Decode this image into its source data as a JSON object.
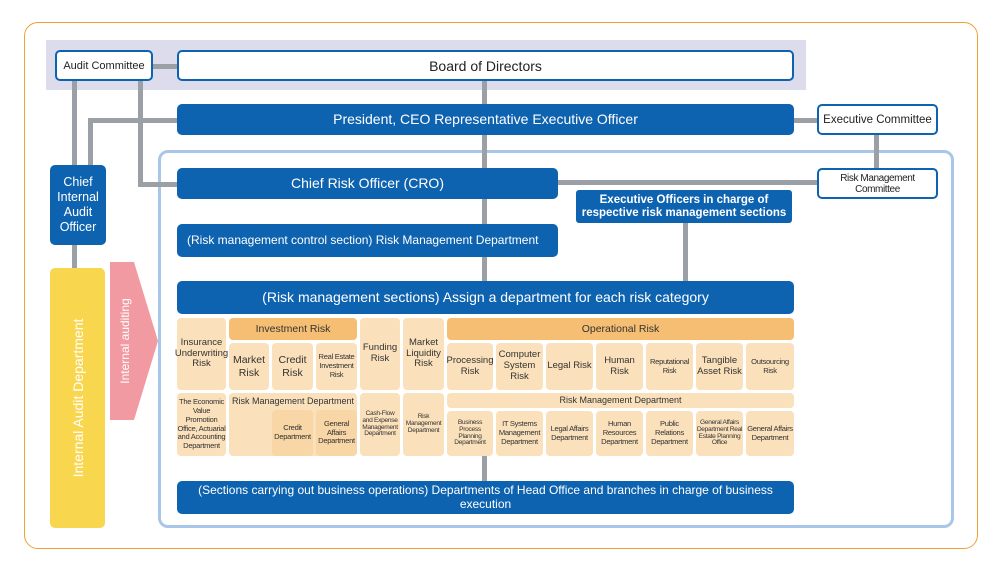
{
  "top": {
    "audit_committee": "Audit Committee",
    "board": "Board of Directors",
    "president": "President, CEO Representative Executive Officer",
    "executive_committee": "Executive Committee",
    "cro": "Chief Risk Officer (CRO)",
    "risk_mgmt_committee": "Risk Management Committee",
    "exec_officers_line1": "Executive Officers in charge of",
    "exec_officers_line2": "respective risk management sections",
    "chief_audit_line1": "Chief",
    "chief_audit_line2": "Internal",
    "chief_audit_line3": "Audit",
    "chief_audit_line4": "Officer",
    "risk_control": "(Risk management control section) Risk Management Department",
    "risk_sections": "(Risk management sections) Assign a department for each risk category",
    "internal_audit_dept": "Internal Audit Department",
    "internal_auditing": "Internal auditing",
    "business_ops": "(Sections carrying out business operations) Departments of Head Office and branches in charge of business execution"
  },
  "risks": {
    "insurance": "Insurance Underwriting Risk",
    "investment": "Investment Risk",
    "market": "Market Risk",
    "credit": "Credit Risk",
    "real_estate": "Real Estate Investment Risk",
    "funding": "Funding Risk",
    "market_liquidity": "Market Liquidity Risk",
    "operational": "Operational Risk",
    "processing": "Processing Risk",
    "computer_system": "Computer System Risk",
    "legal": "Legal Risk",
    "human": "Human Risk",
    "reputational": "Reputational Risk",
    "tangible_asset": "Tangible Asset Risk",
    "outsourcing": "Outsourcing Risk"
  },
  "depts": {
    "economic_value": "The Economic Value Promotion Office, Actuarial and Accounting Department",
    "rmd_investment": "Risk Management Department",
    "credit_dept": "Credit Department",
    "general_affairs_1": "General Affairs Department",
    "cashflow": "Cash-Flow and Expense Management Department",
    "rmd_liquidity": "Risk Management Department",
    "rmd_operational": "Risk Management Department",
    "bpp": "Business Process Planning Department",
    "it_systems": "IT Systems Management Department",
    "legal_affairs": "Legal Affairs Department",
    "human_resources": "Human Resources Department",
    "public_relations": "Public Relations Department",
    "ga_real_estate": "General Affairs Department Real Estate Planning Office",
    "general_affairs_2": "General Affairs Department"
  }
}
